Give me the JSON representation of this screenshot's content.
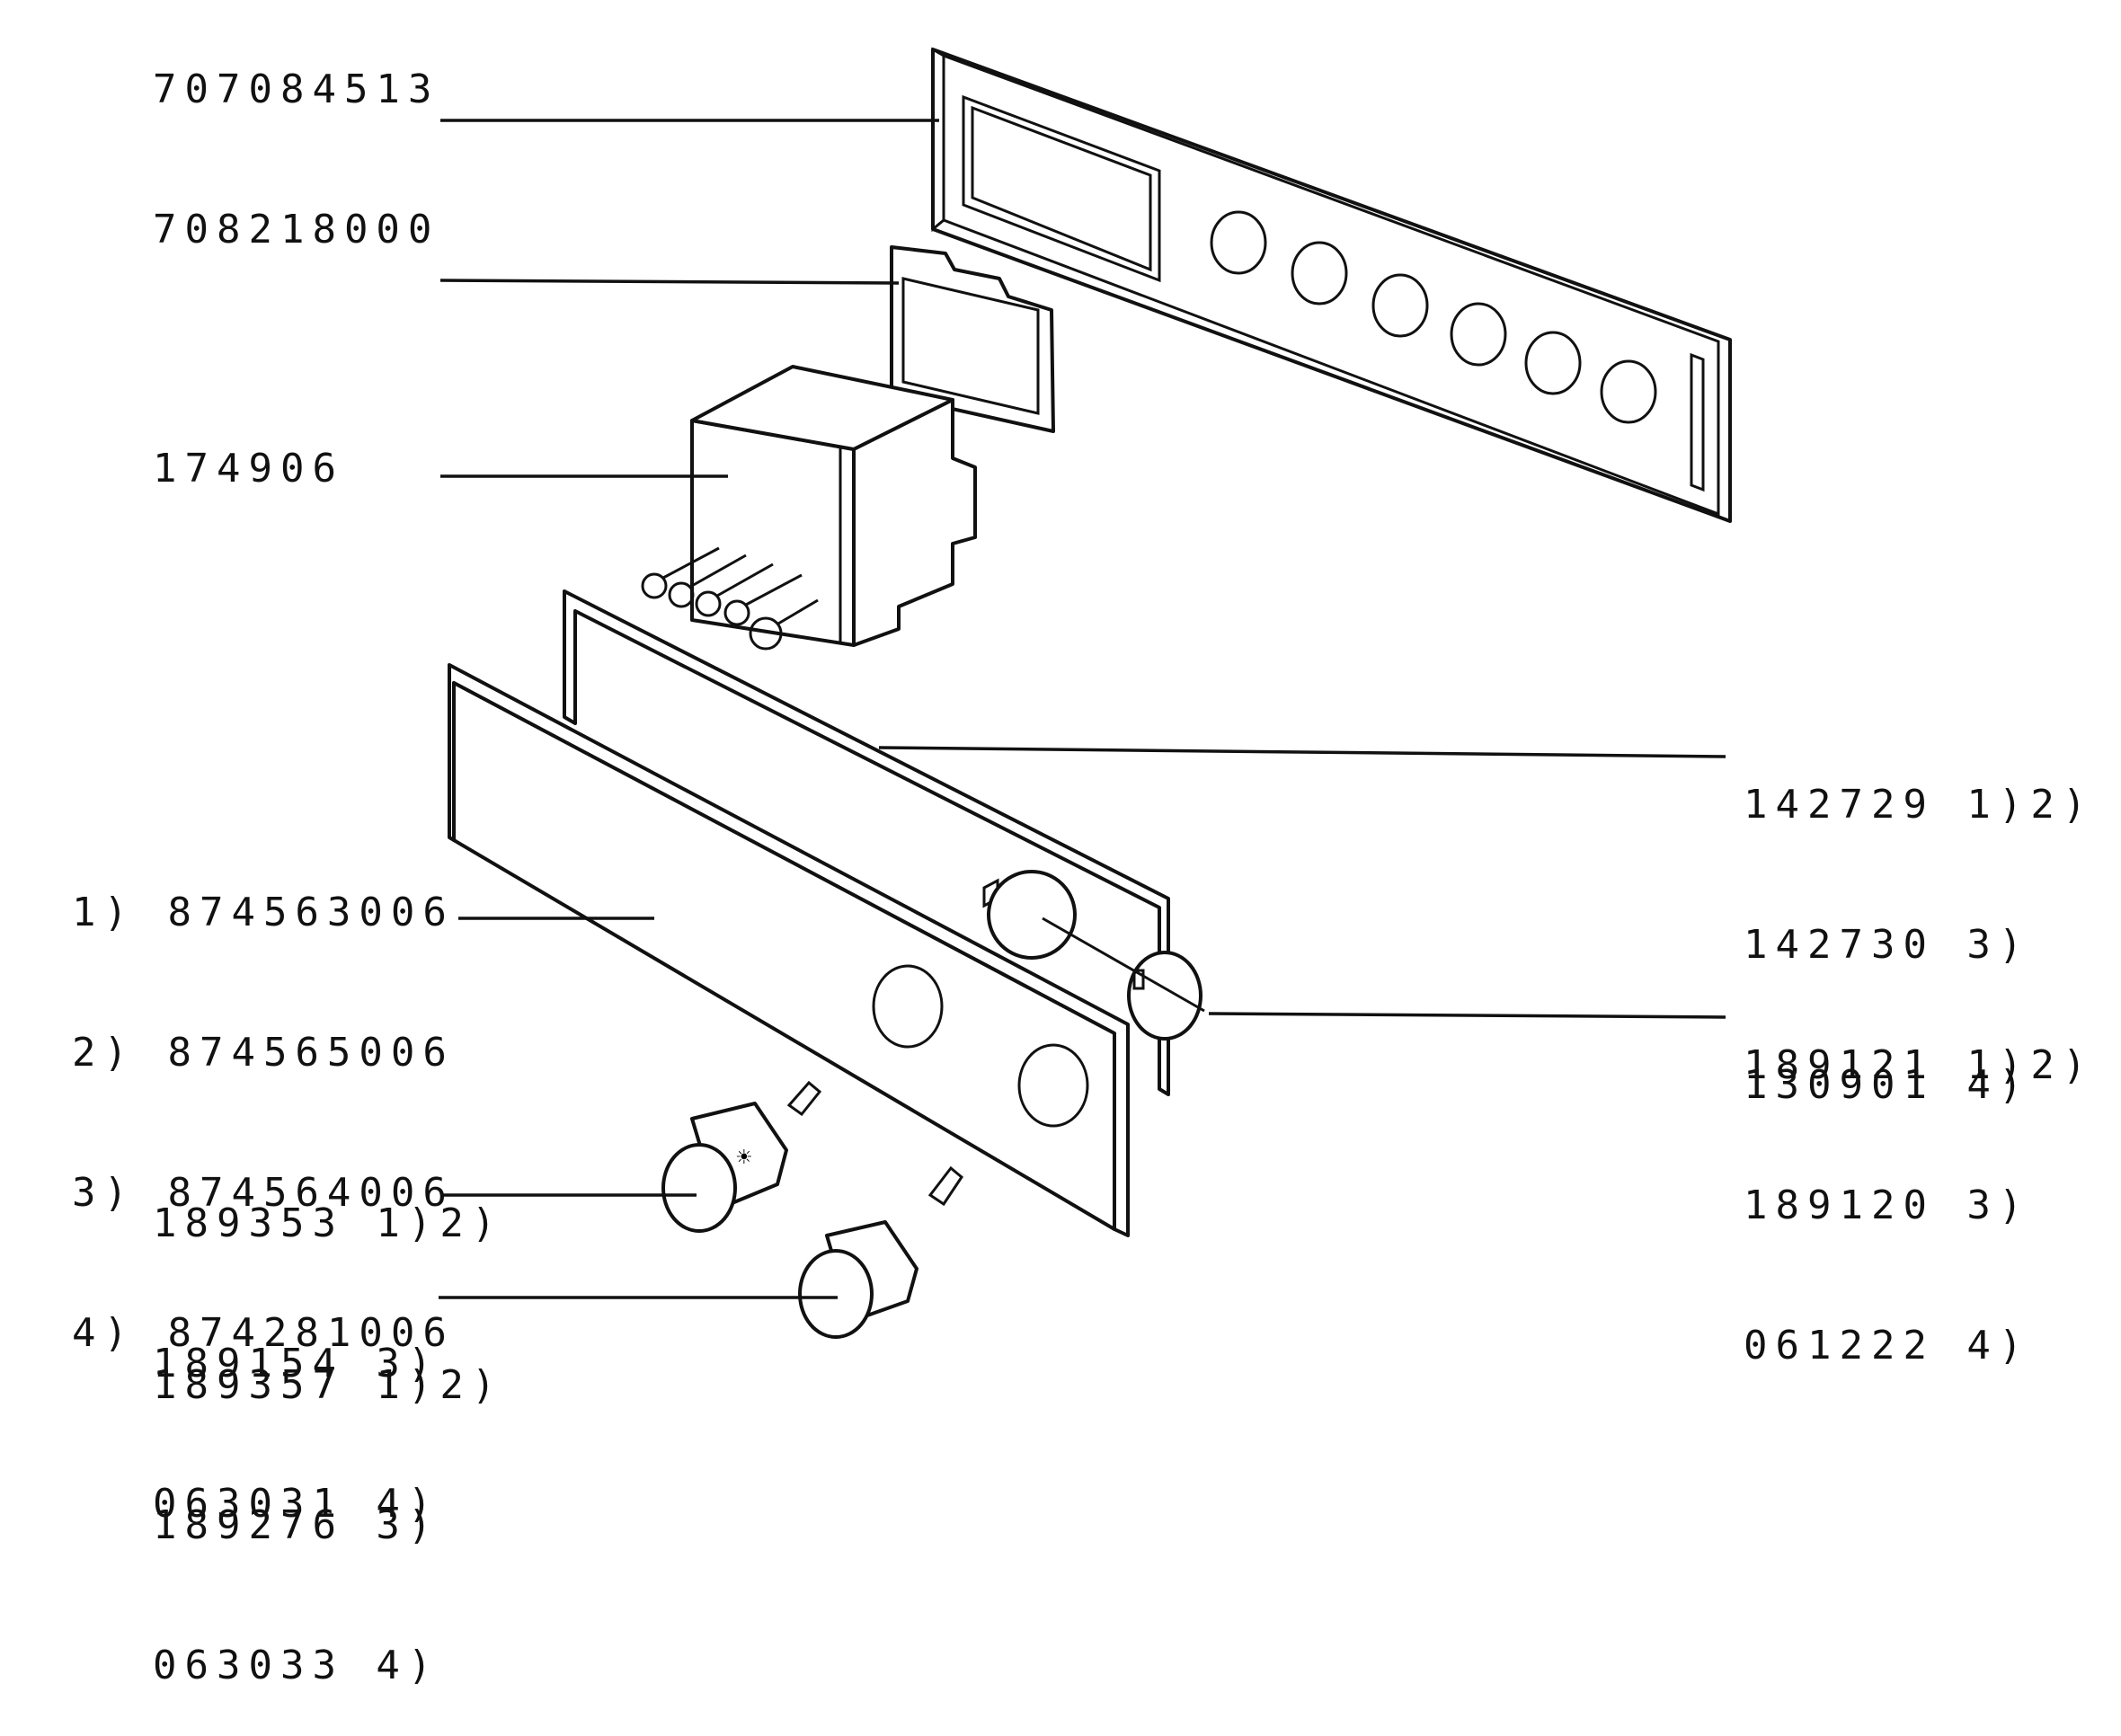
{
  "callouts": {
    "fascia_panel": "707084513",
    "clock_window": "708218000",
    "programmer": "174906",
    "glass_panel": [
      "142729 1)2)",
      "142730 3)",
      "130901 4)"
    ],
    "control_panel": [
      "1) 874563006",
      "2) 874565006",
      "3) 874564006",
      "4) 874281006"
    ],
    "knob_bezel": [
      "189121 1)2)",
      "189120 3)",
      "061222 4)"
    ],
    "knob_a": [
      "189353 1)2)",
      "189154 3)",
      "063031 4)"
    ],
    "knob_b": [
      "189357 1)2)",
      "189276 3)",
      "063033 4)"
    ]
  }
}
